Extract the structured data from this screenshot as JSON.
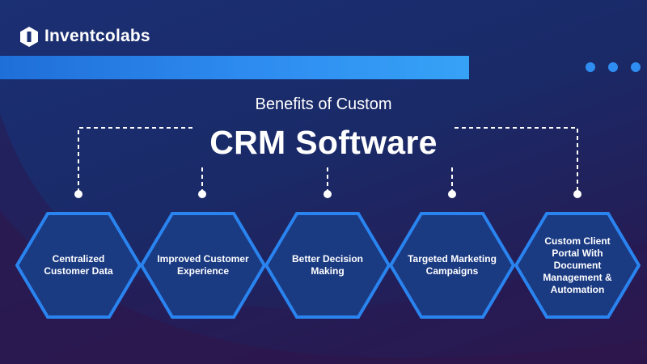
{
  "brand": {
    "name": "Inventcolabs",
    "logo_icon": "hexagon-i-logo-icon"
  },
  "heading": {
    "subtitle": "Benefits of Custom",
    "title": "CRM Software"
  },
  "benefits": [
    {
      "label": "Centralized Customer Data"
    },
    {
      "label": "Improved Customer Experience"
    },
    {
      "label": "Better Decision Making"
    },
    {
      "label": "Targeted Marketing Campaigns"
    },
    {
      "label": "Custom Client Portal With Document Management & Automation"
    }
  ],
  "colors": {
    "background": "#1b2f73",
    "accent_blue": "#2f8df2",
    "hex_fill": "#1a3a82",
    "hex_border": "#2a84f0"
  }
}
